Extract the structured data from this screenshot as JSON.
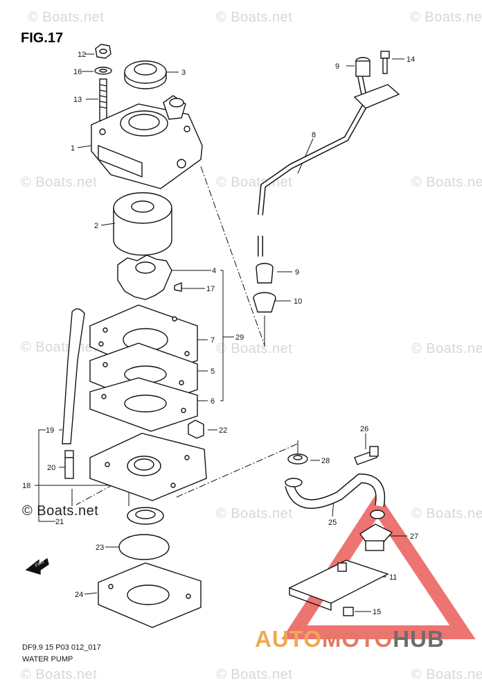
{
  "figure": {
    "title": "FIG.17",
    "code": "DF9.9 15 P03 012_017",
    "caption": "WATER PUMP"
  },
  "watermark": {
    "text": "© Boats.net",
    "primary_text": "© Boats.net"
  },
  "direction_arrow": "FWD",
  "brand": {
    "part1": "AUTO",
    "part2": "MOTO",
    "part3": "HUB",
    "colors": {
      "auto": "#f0a94f",
      "moto": "#e07c64",
      "hub": "#6d6d6d",
      "triangle": "#e53935"
    }
  },
  "callouts": {
    "c1": "1",
    "c2": "2",
    "c3": "3",
    "c4": "4",
    "c5": "5",
    "c6": "6",
    "c7": "7",
    "c8": "8",
    "c9a": "9",
    "c9b": "9",
    "c10": "10",
    "c11": "11",
    "c12": "12",
    "c13": "13",
    "c14": "14",
    "c15": "15",
    "c16": "16",
    "c17": "17",
    "c18": "18",
    "c19": "19",
    "c20": "20",
    "c21": "21",
    "c22": "22",
    "c23": "23",
    "c24": "24",
    "c25": "25",
    "c26": "26",
    "c27": "27",
    "c28": "28",
    "c29": "29"
  }
}
